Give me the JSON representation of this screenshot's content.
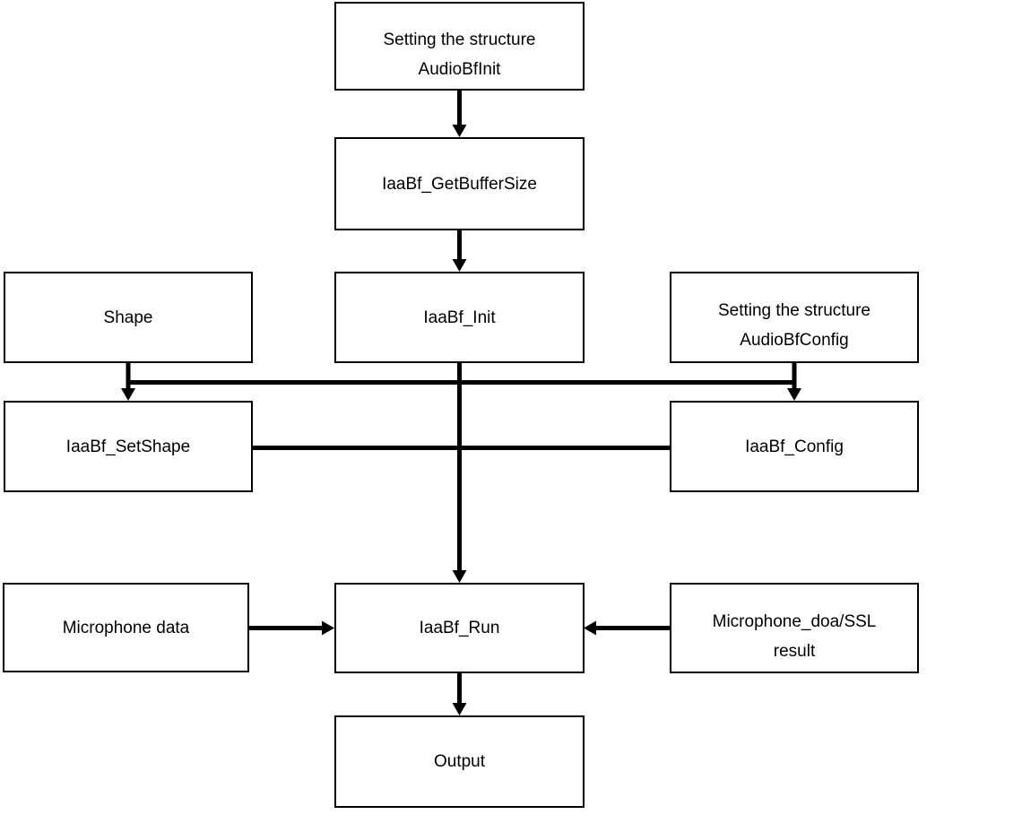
{
  "diagram": {
    "background": "#ffffff",
    "line_color": "#000000",
    "box_border_color": "#000000",
    "text_color": "#000000"
  },
  "nodes": {
    "setting_audio_bf_init": {
      "lines": [
        "Setting the structure",
        "AudioBfInit"
      ]
    },
    "iaabf_get_buffer_size": {
      "lines": [
        "IaaBf_GetBufferSize"
      ]
    },
    "iaabf_init": {
      "lines": [
        "IaaBf_Init"
      ]
    },
    "shape": {
      "lines": [
        "Shape"
      ]
    },
    "setting_audio_bf_config": {
      "lines": [
        "Setting the structure",
        "AudioBfConfig"
      ]
    },
    "iaabf_set_shape": {
      "lines": [
        "IaaBf_SetShape"
      ]
    },
    "iaabf_config": {
      "lines": [
        "IaaBf_Config"
      ]
    },
    "microphone_data": {
      "lines": [
        "Microphone data"
      ]
    },
    "iaabf_run": {
      "lines": [
        "IaaBf_Run"
      ]
    },
    "microphone_doa_ssl": {
      "lines": [
        "Microphone_doa/SSL",
        "result"
      ]
    },
    "output": {
      "lines": [
        "Output"
      ]
    }
  },
  "edges": [
    {
      "from": "setting_audio_bf_init",
      "to": "iaabf_get_buffer_size",
      "type": "arrow-down"
    },
    {
      "from": "iaabf_get_buffer_size",
      "to": "iaabf_init",
      "type": "arrow-down"
    },
    {
      "from": "iaabf_init",
      "to": "iaabf_run",
      "type": "arrow-down"
    },
    {
      "from": "shape",
      "to": "iaabf_set_shape",
      "type": "arrow-down"
    },
    {
      "from": "setting_audio_bf_config",
      "to": "iaabf_config",
      "type": "arrow-down"
    },
    {
      "from": "iaabf_init",
      "to": "iaabf_set_shape",
      "type": "branch-line"
    },
    {
      "from": "iaabf_init",
      "to": "iaabf_config",
      "type": "branch-line"
    },
    {
      "from": "iaabf_set_shape",
      "to": "iaabf_config",
      "type": "plain-line"
    },
    {
      "from": "microphone_data",
      "to": "iaabf_run",
      "type": "arrow-right"
    },
    {
      "from": "microphone_doa_ssl",
      "to": "iaabf_run",
      "type": "arrow-left"
    },
    {
      "from": "iaabf_run",
      "to": "output",
      "type": "arrow-down"
    }
  ]
}
